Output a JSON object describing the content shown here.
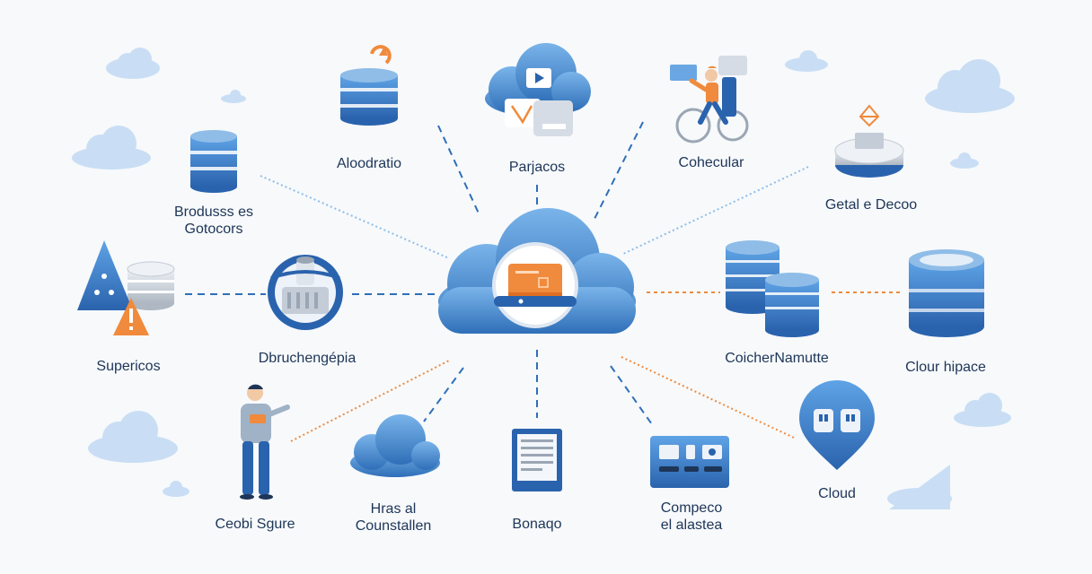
{
  "colors": {
    "background": "#f7f9fb",
    "primary_blue": "#2f6fb8",
    "light_blue": "#8fbde8",
    "orange_accent": "#f08a3c",
    "label_text": "#1d3557"
  },
  "hub": {
    "icon": "cloud-server-icon"
  },
  "nodes": {
    "top_left": {
      "label": "Aloodratio",
      "icon": "database-sync-icon"
    },
    "top_center": {
      "label": "Parjacos",
      "icon": "cloud-media-icon"
    },
    "top_right": {
      "label": "Cohecular",
      "icon": "person-at-workstation-icon"
    },
    "left_upper": {
      "lines": [
        "Brodusss es",
        "Gotocors"
      ],
      "icon": "database-icon"
    },
    "right_upper": {
      "label": "Getal e Decoo",
      "icon": "server-platform-icon"
    },
    "far_left": {
      "label": "Supericos",
      "icon": "warning-triangle-icon"
    },
    "left_mid": {
      "label": "Dbruchengépia",
      "icon": "shield-server-icon"
    },
    "right_mid": {
      "label": "CoicherNamutte",
      "icon": "database-stack-icon"
    },
    "far_right": {
      "label": "Clour hipace",
      "icon": "storage-drum-icon"
    },
    "bottom_left": {
      "label": "Ceobi Sgure",
      "icon": "person-presenting-icon"
    },
    "bottom_left2": {
      "lines": [
        "Hras al",
        "Counstallen"
      ],
      "icon": "cloud-icon"
    },
    "bottom_center": {
      "label": "Bonaqo",
      "icon": "document-icon"
    },
    "bottom_right": {
      "lines": [
        "Compeco",
        "el alastea"
      ],
      "icon": "control-panel-icon"
    },
    "bottom_far_right": {
      "label": "Cloud",
      "icon": "location-pin-icon"
    }
  }
}
